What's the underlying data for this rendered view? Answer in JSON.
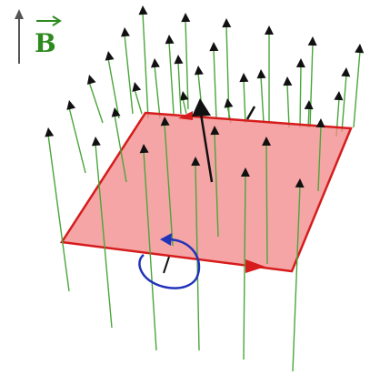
{
  "title": "",
  "legend": {
    "field_symbol": "B"
  },
  "colors": {
    "field_line": "#4aa63a",
    "field_head": "#111111",
    "plane_fill": "#f28c8c",
    "plane_edge": "#d61c1c",
    "circulation": "#2233bb",
    "label": "#2e8a1f",
    "legend_arrow": "#555555"
  },
  "icons": {
    "legend": "up-arrow-icon",
    "plane": "square-loop",
    "circulation": "circular-arrow-icon",
    "normal": "normal-vector-arrow"
  }
}
